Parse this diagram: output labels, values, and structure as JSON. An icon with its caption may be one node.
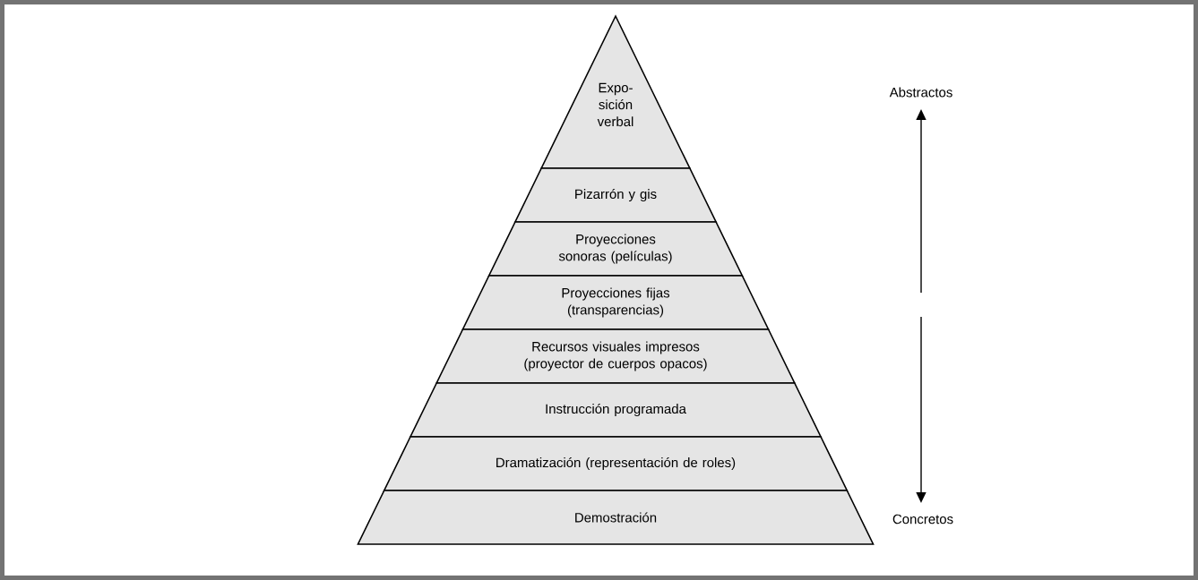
{
  "diagram": {
    "nodes": [
      {
        "text": [
          "Expo- sición verbal"
        ]
      },
      {
        "text": [
          "Pizarrón y gis"
        ]
      },
      {
        "text": [
          "Proyecciones sonoras (películas)"
        ]
      },
      {
        "text": [
          "Proyecciones fijas (transparencias)"
        ]
      },
      {
        "text": [
          "Recursos visuales impresos (proyector de cuerpos opacos)"
        ]
      },
      {
        "text": [
          "Instrucción programada"
        ]
      },
      {
        "text": [
          "Dramatización (representación de roles)"
        ]
      },
      {
        "text": [
          "Demostración"
        ]
      }
    ],
    "labels": [
      "Abstractos",
      "Concretos"
    ]
  }
}
